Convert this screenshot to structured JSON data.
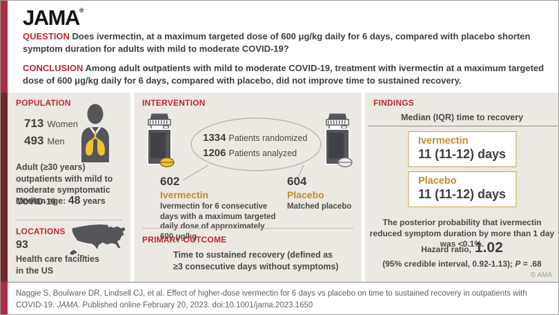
{
  "brand": {
    "logo": "JAMA",
    "reg": "®"
  },
  "qa": {
    "question_label": "QUESTION",
    "question_text": " Does ivermectin, at a maximum targeted dose of 600 μg/kg daily for 6 days, compared with placebo shorten symptom duration for adults with mild to moderate COVID-19?",
    "conclusion_label": "CONCLUSION",
    "conclusion_text": " Among adult outpatients with mild to moderate COVID-19, treatment with ivermectin at a maximum targeted dose of 600 μg/kg daily for 6 days, compared with placebo, did not improve time to sustained recovery."
  },
  "population": {
    "heading": "POPULATION",
    "stats": [
      {
        "value": "713",
        "label": "Women"
      },
      {
        "value": "493",
        "label": "Men"
      }
    ],
    "icon": "person-lungs-icon",
    "description": "Adult (≥30 years) outpatients with mild to moderate symptomatic COVID-19",
    "median_age_label": "Median age: ",
    "median_age_value": "48",
    "median_age_unit": " years"
  },
  "locations": {
    "heading": "LOCATIONS",
    "count": "93",
    "label": "Health care facilities in the US",
    "icon": "us-map-icon"
  },
  "intervention": {
    "heading": "INTERVENTION",
    "randomized": {
      "value": "1334",
      "label": "Patients randomized"
    },
    "analyzed": {
      "value": "1206",
      "label": "Patients analyzed"
    },
    "arms": [
      {
        "count": "602",
        "name": "Ivermectin",
        "description": "Ivermectin for 6 consecutive days with a maximum targeted daily dose of approximately 600 μg/kg",
        "icon": "pill-bottle-yellow-pill-icon"
      },
      {
        "count": "604",
        "name": "Placebo",
        "description": "Matched placebo",
        "icon": "pill-bottle-white-pill-icon"
      }
    ]
  },
  "primary_outcome": {
    "heading": "PRIMARY OUTCOME",
    "text": "Time to sustained recovery (defined as ≥3 consecutive days without symptoms)"
  },
  "findings": {
    "heading": "FINDINGS",
    "subtitle": "Median (IQR) time to recovery",
    "results": [
      {
        "name": "Ivermectin",
        "value": "11 (11-12) days"
      },
      {
        "name": "Placebo",
        "value": "11 (11-12) days"
      }
    ],
    "posterior_text": "The posterior probability that ivermectin reduced symptom duration by more than 1 day was <0.1%.",
    "hazard_label": "Hazard ratio,",
    "hazard_value": "1.02",
    "ci_text": "(95% credible interval, 0.92-1.13); ",
    "p_symbol": "P",
    "p_rest": " = .68",
    "copyright": "© AMA"
  },
  "footer": {
    "citation_part1": "Naggie S, Boulware DR, Lindsell CJ, et al. Effect of higher-dose ivermectin for 6 days vs placebo on time to sustained recovery in outpatients with COVID-19. ",
    "journal": "JAMA.",
    "citation_part2": " Published online February 20, 2023. doi:10.1001/jama.2023.1650"
  },
  "colors": {
    "accent_red": "#BE2733",
    "bar_maroon": "#76262F",
    "bar_red": "#AF2B42",
    "panel_beige": "#EBE9E2",
    "gold_text": "#BF8B2E",
    "box_border": "#C8A150",
    "pill_yellow": "#F2C231",
    "icon_gray": "#55565A"
  }
}
